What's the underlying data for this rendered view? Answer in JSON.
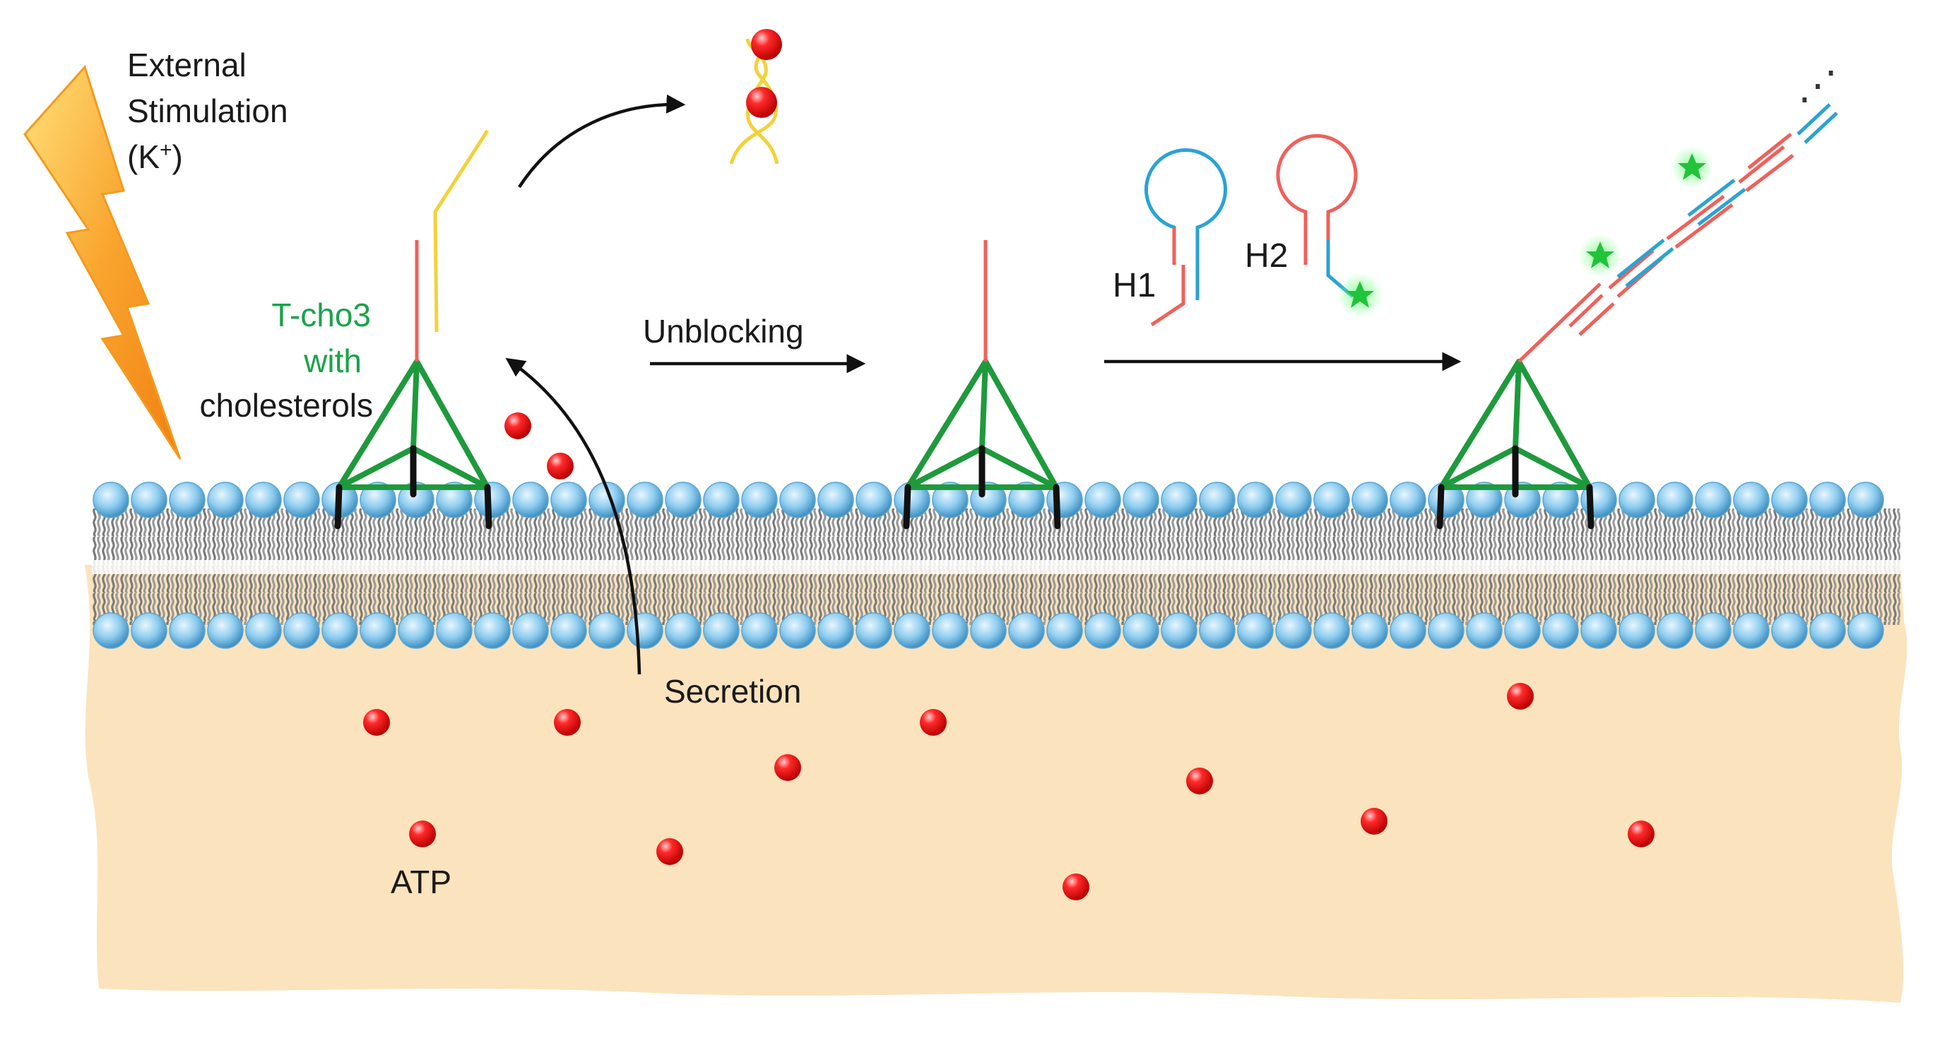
{
  "labels": {
    "stimulation_line1": "External",
    "stimulation_line2": "Stimulation",
    "stimulation_line3_base": "(K",
    "stimulation_line3_sup": "+",
    "stimulation_line3_end": ")",
    "probe_line1": "T-cho3",
    "probe_line2": "with",
    "probe_line3": "cholesterols",
    "unblocking": "Unblocking",
    "secretion": "Secretion",
    "atp": "ATP",
    "hairpin1": "H1",
    "hairpin2": "H2",
    "ellipsis": "⋰"
  },
  "colors": {
    "bolt": "#f7a32c",
    "cytoplasm": "#fbe3bd",
    "lipid_head": "#7ec3e6",
    "lipid_tail": "#8a8a8a",
    "tetrahedron": "#1e9a3c",
    "anchor": "#111111",
    "red_strand": "#f0605a",
    "blue_strand": "#2aa3d4",
    "blocker_strand": "#f2d23a",
    "atp": "#e01a1a",
    "fluorophore": "#22c33a",
    "green_text": "#1aa34a"
  },
  "icons": [
    "lightning-icon",
    "atp-molecule-icon",
    "fluorophore-star-icon",
    "hairpin-icon"
  ]
}
